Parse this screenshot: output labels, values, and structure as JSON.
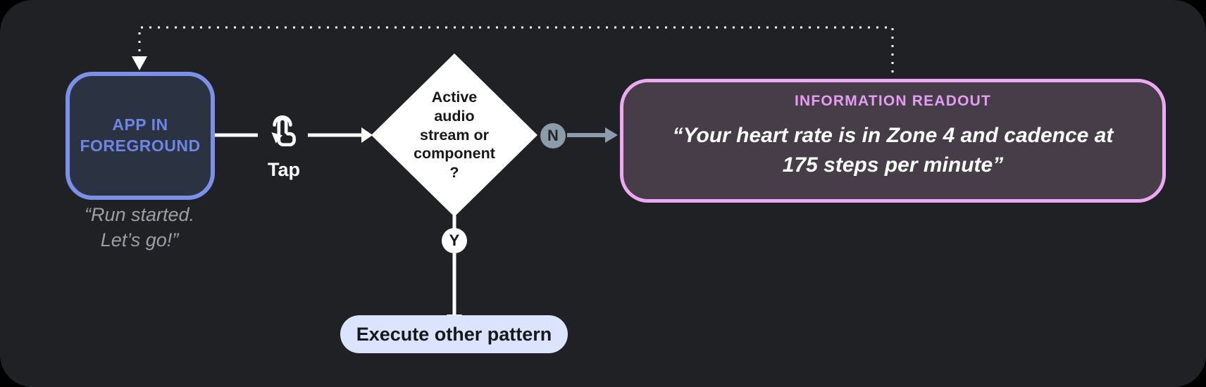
{
  "app_node": {
    "label": "APP IN FOREGROUND",
    "caption": "“Run started.\nLet’s go!”"
  },
  "tap": {
    "label": "Tap"
  },
  "decision": {
    "label": "Active\naudio\nstream or\ncomponent\n?",
    "no": "N",
    "yes": "Y"
  },
  "readout": {
    "title": "INFORMATION READOUT",
    "quote": "“Your heart rate is in Zone 4 and cadence at\n175 steps per minute”"
  },
  "action": {
    "label": "Execute other pattern"
  },
  "colors": {
    "panel_background": "#202124",
    "app_border": "#7b90e9",
    "app_fill": "#2b3343",
    "app_text": "#6d85e5",
    "muted_caption": "#9aa0a6",
    "readout_border": "#eaa9f2",
    "readout_fill": "#473d49",
    "readout_title": "#e59df2",
    "no_badge": "#8b9cab",
    "action_pill": "#dbe4fc",
    "wire": "#ffffff"
  }
}
